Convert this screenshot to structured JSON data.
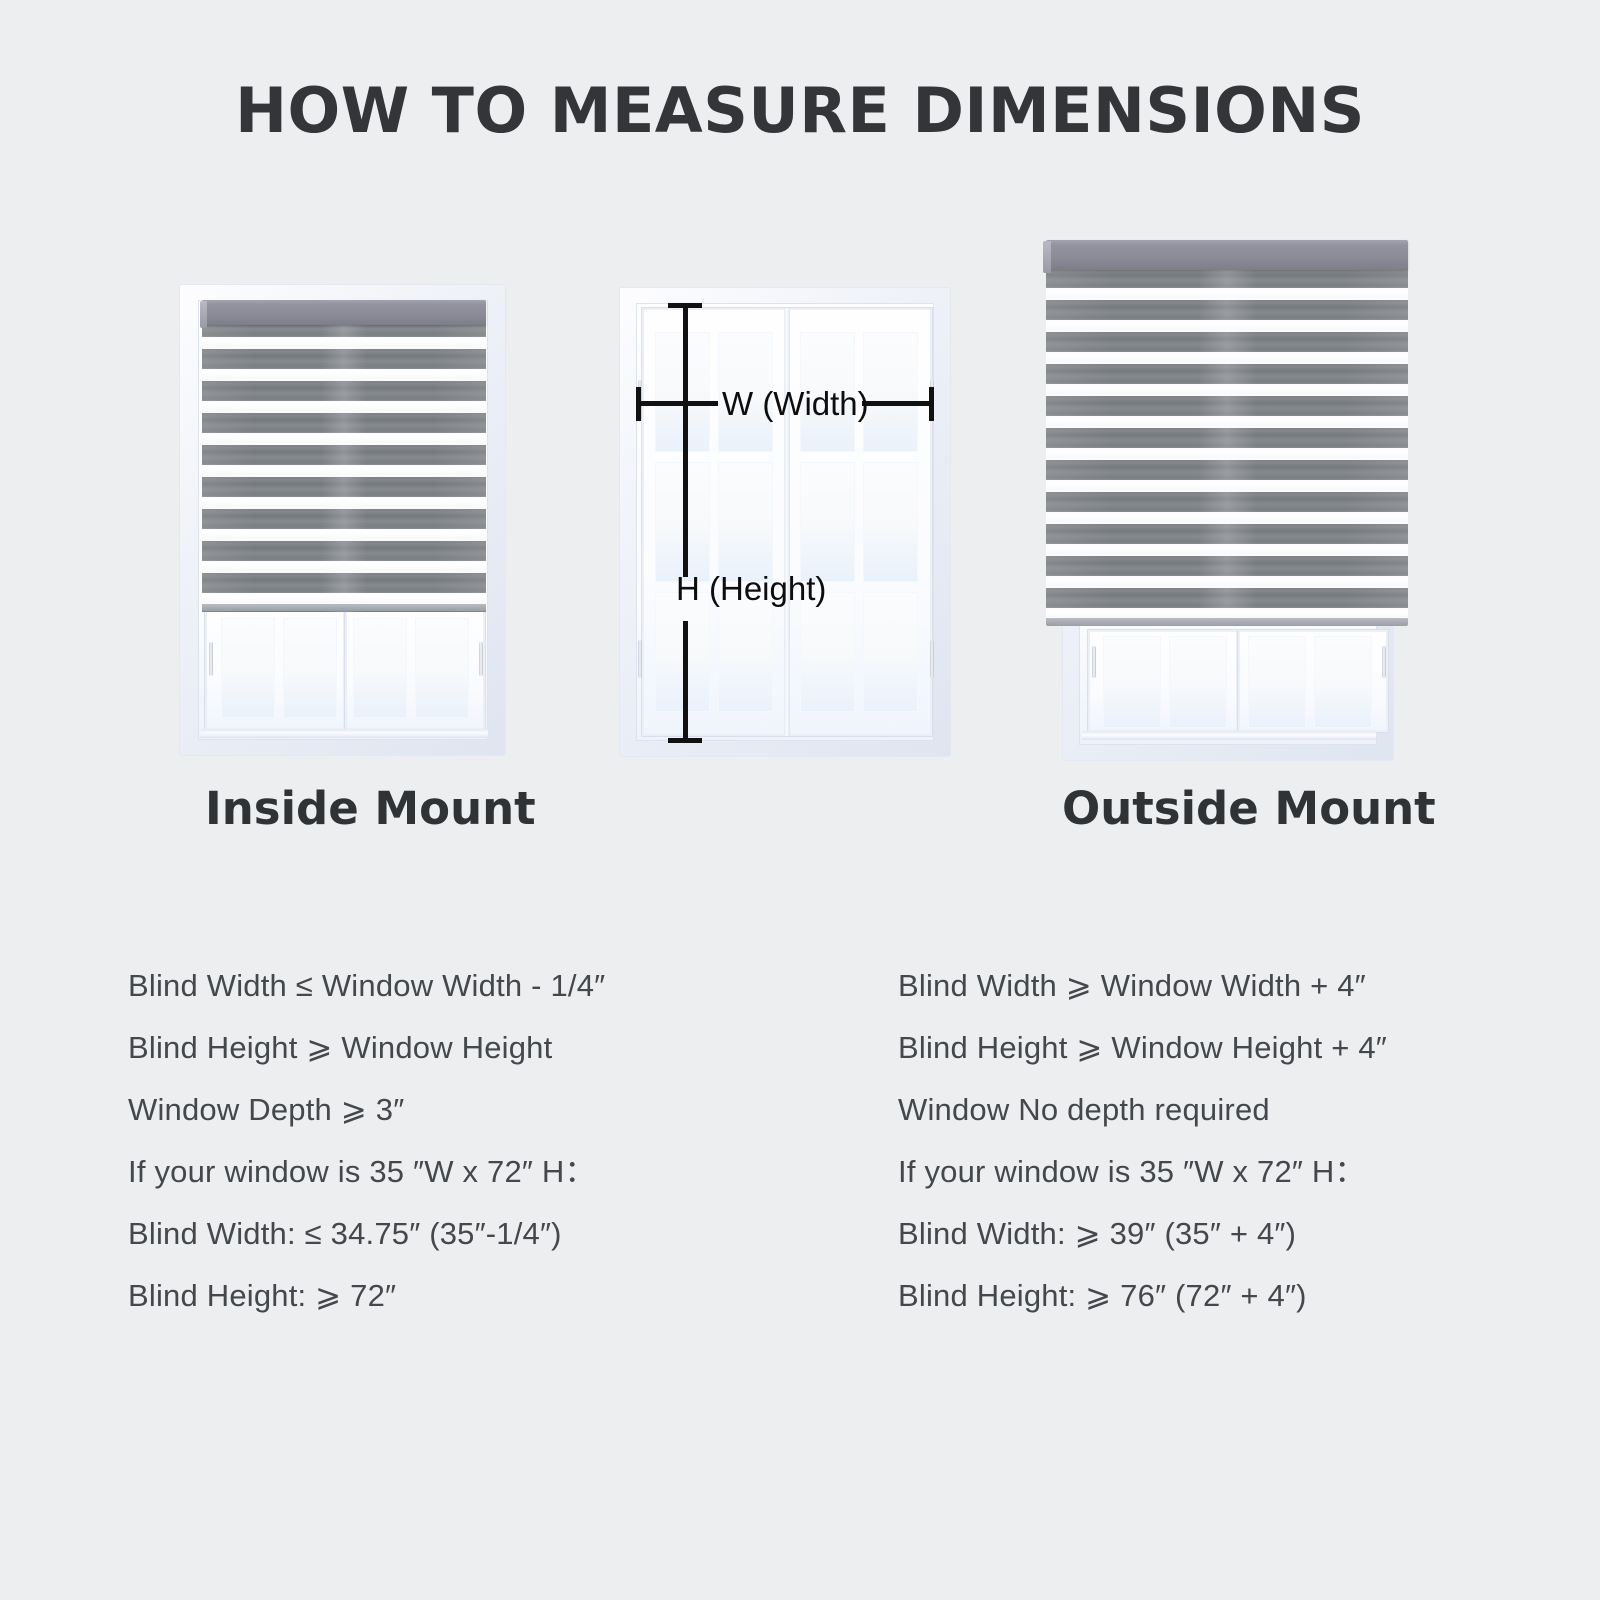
{
  "page": {
    "title": "HOW TO MEASURE DIMENSIONS",
    "background_color": "#edeef0",
    "title_color": "#333538",
    "body_text_color": "#44484c"
  },
  "diagram": {
    "inside_mount": {
      "caption": "Inside Mount",
      "blind_color": "#7e8185",
      "headrail_color": "#8b8b97"
    },
    "center_window": {
      "width_label": "W (Width)",
      "height_label": "H (Height)",
      "arrow_color": "#111111"
    },
    "outside_mount": {
      "caption": "Outside Mount",
      "blind_color": "#7e8185",
      "headrail_color": "#8b8b97"
    }
  },
  "specs": {
    "inside": [
      "Blind Width ≤  Window Width - 1/4″",
      "Blind Height ⩾ Window Height",
      "Window Depth ⩾ 3″",
      "If your window is  35 ″W x 72″ H：",
      "Blind Width: ≤ 34.75″ (35″-1/4″)",
      "Blind Height: ⩾ 72″"
    ],
    "outside": [
      "Blind Width ⩾ Window Width + 4″",
      "Blind Height ⩾ Window Height + 4″",
      "Window No depth required",
      "If your window is  35 ″W x 72″ H：",
      "Blind Width: ⩾ 39″ (35″ + 4″)",
      "Blind Height: ⩾ 76″ (72″ + 4″)"
    ]
  }
}
